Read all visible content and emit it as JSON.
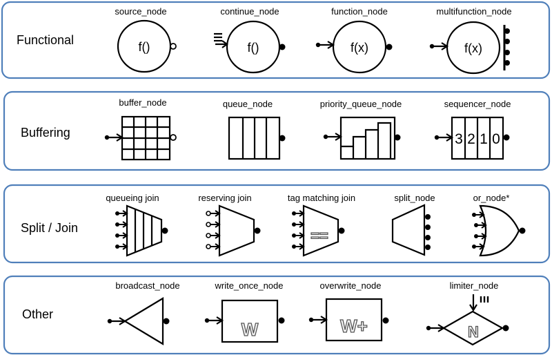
{
  "panels": {
    "functional": {
      "title": "Functional",
      "nodes": {
        "source": {
          "label": "source_node",
          "symbol": "f()"
        },
        "continue": {
          "label": "continue_node",
          "symbol": "f()"
        },
        "function": {
          "label": "function_node",
          "symbol": "f(x)"
        },
        "multifunction": {
          "label": "multifunction_node",
          "symbol": "f(x)"
        }
      }
    },
    "buffering": {
      "title": "Buffering",
      "nodes": {
        "buffer": {
          "label": "buffer_node"
        },
        "queue": {
          "label": "queue_node"
        },
        "priority_queue": {
          "label": "priority_queue_node"
        },
        "sequencer": {
          "label": "sequencer_node",
          "digits": [
            "3",
            "2",
            "1",
            "0"
          ]
        }
      }
    },
    "split_join": {
      "title": "Split / Join",
      "nodes": {
        "queueing_join": {
          "label": "queueing  join"
        },
        "reserving_join": {
          "label": "reserving  join"
        },
        "tag_matching_join": {
          "label": "tag  matching  join",
          "symbol": "=="
        },
        "split": {
          "label": "split_node"
        },
        "or": {
          "label": "or_node*"
        }
      }
    },
    "other": {
      "title": "Other",
      "nodes": {
        "broadcast": {
          "label": "broadcast_node"
        },
        "write_once": {
          "label": "write_once_node",
          "symbol": "W"
        },
        "overwrite": {
          "label": "overwrite_node",
          "symbol": "W+"
        },
        "limiter": {
          "label": "limiter_node",
          "symbol": "N"
        }
      }
    }
  },
  "colors": {
    "panel_border": "#4f7fba",
    "stroke": "#000000"
  }
}
